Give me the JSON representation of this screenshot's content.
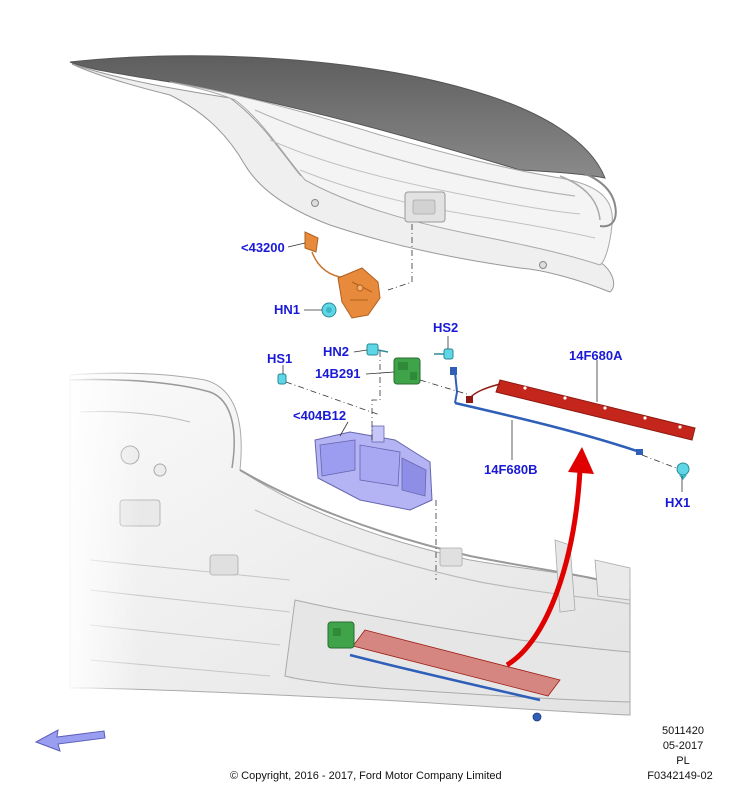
{
  "callouts": {
    "c43200": "<43200",
    "hn1": "HN1",
    "hs2": "HS2",
    "hn2": "HN2",
    "c14b291": "14B291",
    "c14f680a": "14F680A",
    "hs1": "HS1",
    "c404b12": "<404B12",
    "c14f680b": "14F680B",
    "hx1": "HX1"
  },
  "footer": {
    "part_number": "5011420",
    "date": "05-2017",
    "language": "PL",
    "figure_id": "F0342149-02",
    "copyright": "© Copyright, 2016 - 2017, Ford Motor Company Limited"
  },
  "colors": {
    "callout_text": "#1a1ad6",
    "lid_outer": "#6e6e6e",
    "body_panel": "#eeeeee",
    "latch_bracket": "#e88a3c",
    "actuator": "#9c9cf0",
    "module": "#3fa34a",
    "fastener": "#5fd6e6",
    "led_strip": "#c4261b",
    "harness": "#2f5fb8",
    "motion_arrow": "#e00000",
    "direction_arrow": "#9a9ef0"
  }
}
